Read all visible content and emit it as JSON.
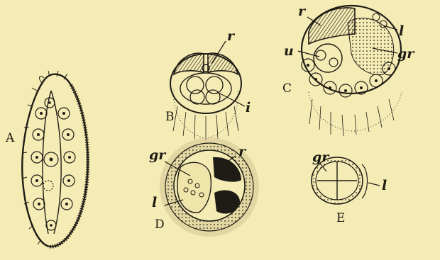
{
  "figures": [
    {
      "id": "A",
      "caption": "A",
      "labels": []
    },
    {
      "id": "B",
      "caption": "B",
      "labels": [
        "r",
        "i"
      ]
    },
    {
      "id": "C",
      "caption": "C",
      "labels": [
        "r",
        "l",
        "u",
        "gr"
      ]
    },
    {
      "id": "D",
      "caption": "D",
      "labels": [
        "gr",
        "r",
        "l"
      ]
    },
    {
      "id": "E",
      "caption": "E",
      "labels": [
        "gr",
        "l"
      ]
    }
  ],
  "colors": {
    "paper": "#f4ebb5",
    "ink": "#1e1c14"
  }
}
